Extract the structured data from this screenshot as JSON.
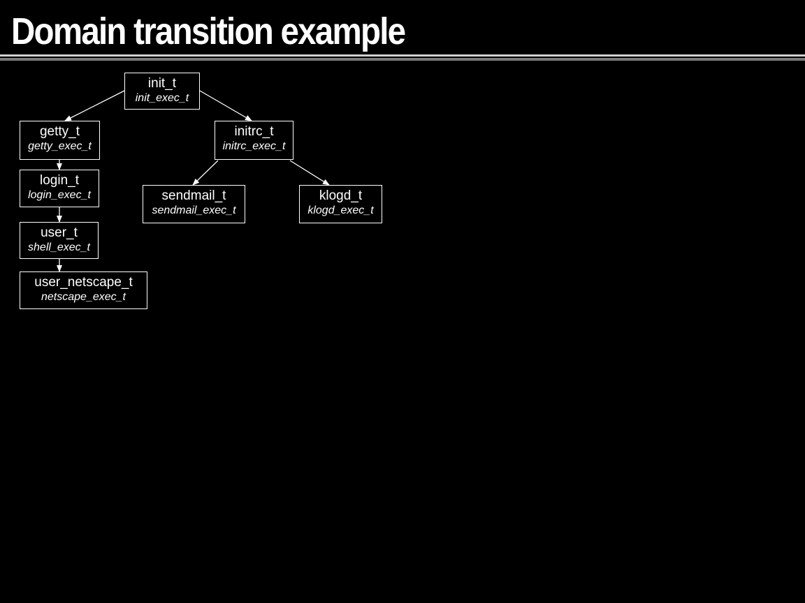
{
  "slide": {
    "title": "Domain transition example"
  },
  "diagram": {
    "nodes": {
      "init": {
        "domain": "init_t",
        "exec_type": "init_exec_t"
      },
      "getty": {
        "domain": "getty_t",
        "exec_type": "getty_exec_t"
      },
      "initrc": {
        "domain": "initrc_t",
        "exec_type": "initrc_exec_t"
      },
      "login": {
        "domain": "login_t",
        "exec_type": "login_exec_t"
      },
      "sendmail": {
        "domain": "sendmail_t",
        "exec_type": "sendmail_exec_t"
      },
      "klogd": {
        "domain": "klogd_t",
        "exec_type": "klogd_exec_t"
      },
      "user": {
        "domain": "user_t",
        "exec_type": "shell_exec_t"
      },
      "user_netscape": {
        "domain": "user_netscape_t",
        "exec_type": "netscape_exec_t"
      }
    },
    "edges": [
      {
        "from": "init_t",
        "to": "getty_t"
      },
      {
        "from": "init_t",
        "to": "initrc_t"
      },
      {
        "from": "getty_t",
        "to": "login_t"
      },
      {
        "from": "login_t",
        "to": "user_t"
      },
      {
        "from": "user_t",
        "to": "user_netscape_t"
      },
      {
        "from": "initrc_t",
        "to": "sendmail_t"
      },
      {
        "from": "initrc_t",
        "to": "klogd_t"
      }
    ]
  },
  "colors": {
    "background": "#000000",
    "foreground": "#ffffff"
  }
}
